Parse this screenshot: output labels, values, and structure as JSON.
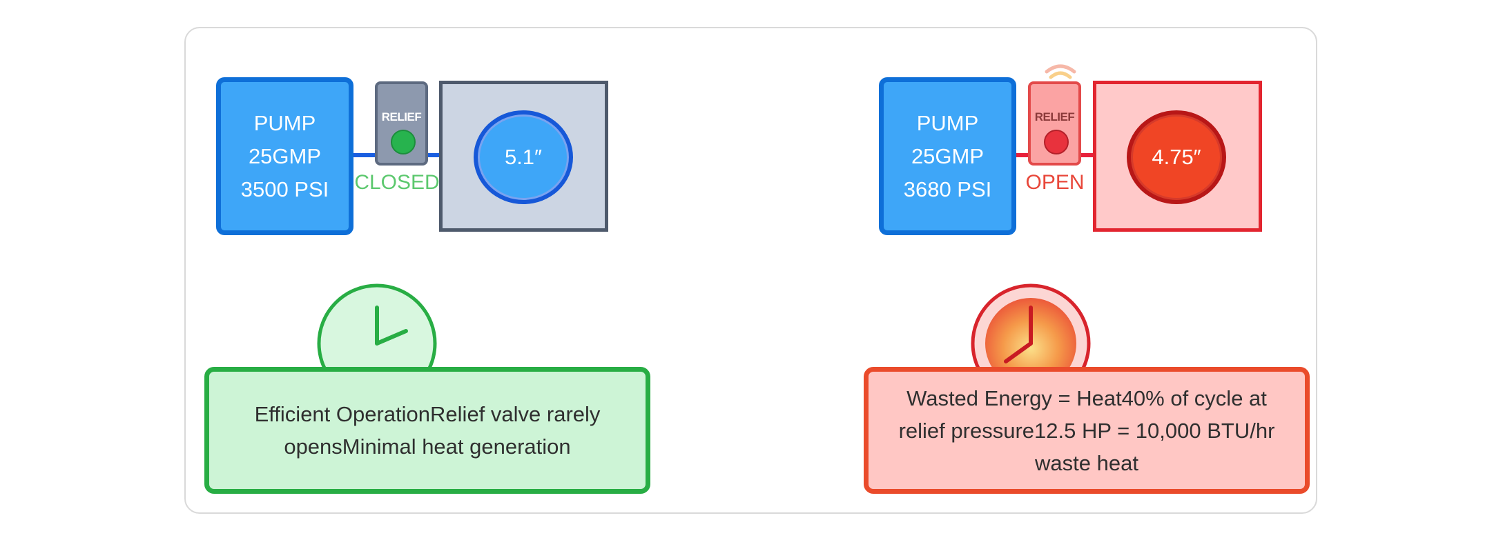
{
  "colors": {
    "pump_fill": "#3ea6f8",
    "pump_border": "#0e6fd8",
    "normal_accent": "#28ad44",
    "fault_accent": "#ea4b2b",
    "closed_text": "#5cc86e",
    "open_text": "#e8473a"
  },
  "normal": {
    "pump": {
      "label": "PUMP",
      "flow": "25GMP",
      "pressure": "3500 PSI"
    },
    "relief": {
      "label": "RELIEF",
      "state": "CLOSED",
      "indicator": "green"
    },
    "cylinder": {
      "value": "5.1″"
    },
    "clock_icon": "clock-icon",
    "info": "Efficient OperationRelief valve rarely opensMinimal heat generation"
  },
  "fault": {
    "pump": {
      "label": "PUMP",
      "flow": "25GMP",
      "pressure": "3680 PSI"
    },
    "relief": {
      "label": "RELIEF",
      "state": "OPEN",
      "indicator": "red"
    },
    "cylinder": {
      "value": "4.75″"
    },
    "heat_icon": "heat-wave-icon",
    "clock_icon": "hot-clock-icon",
    "info": "Wasted Energy = Heat40% of cycle at relief pressure12.5 HP = 10,000 BTU/hr waste heat"
  }
}
